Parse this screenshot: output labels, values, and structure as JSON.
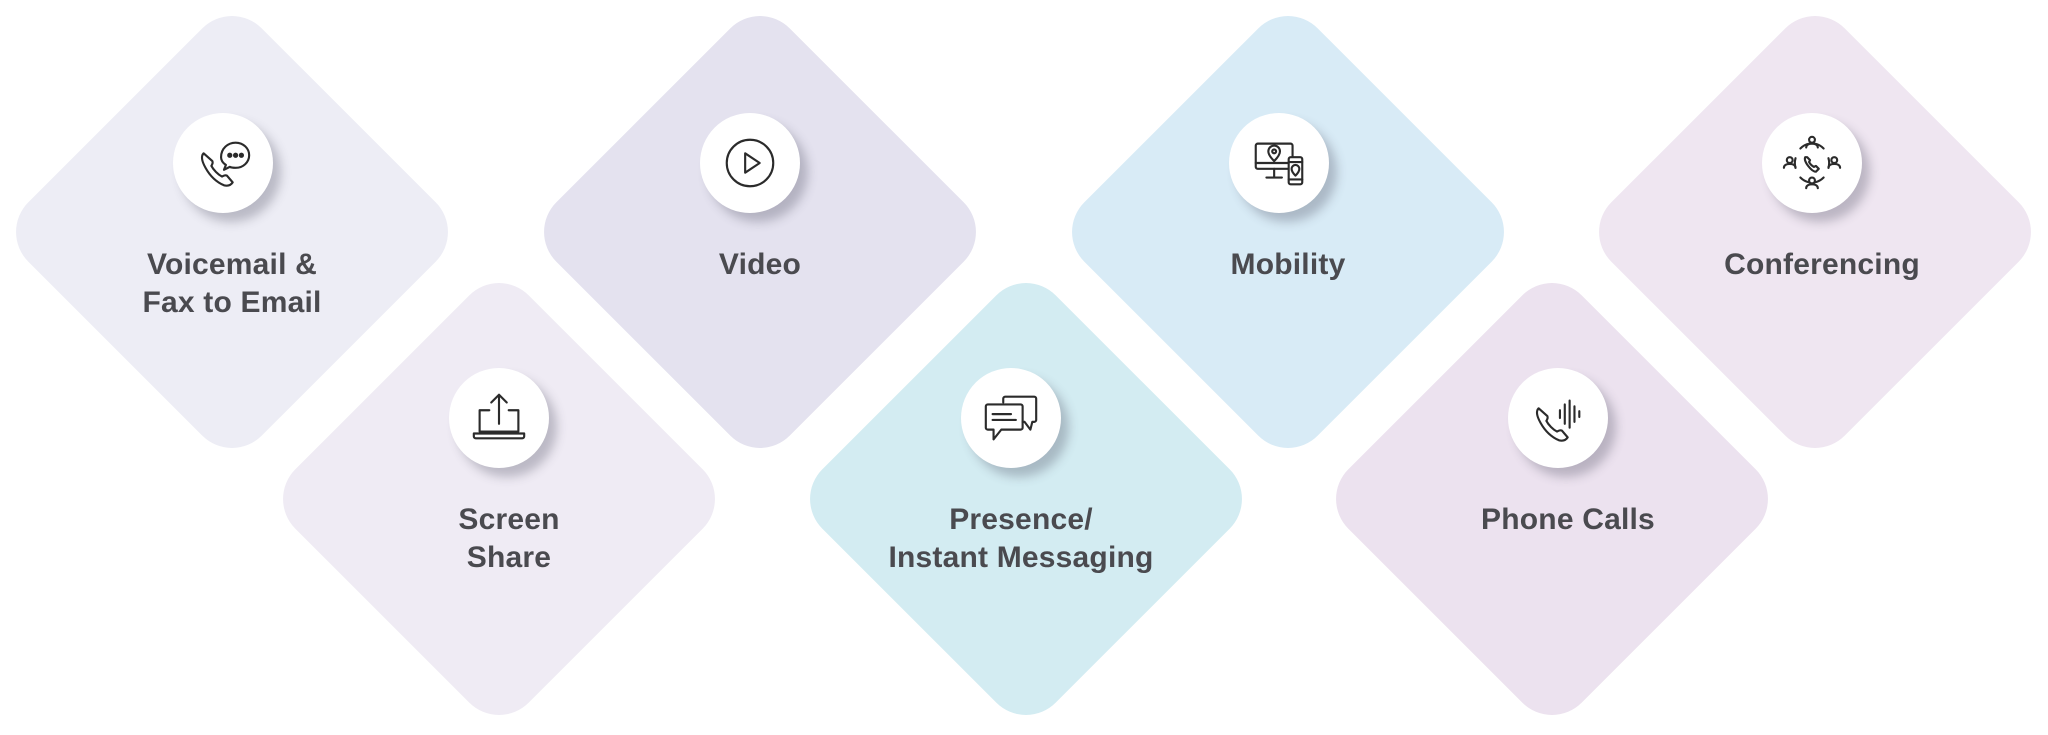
{
  "colors": {
    "voicemail": "#ededf5",
    "screen_share": "#efebf4",
    "video": "#e4e2ef",
    "presence": "#d3ecf2",
    "mobility": "#d8ebf6",
    "phone_calls": "#ece2ef",
    "conferencing": "#efe6f1",
    "text": "#4a4a4f",
    "icon_stroke": "#2b2b2b"
  },
  "features": [
    {
      "id": "voicemail",
      "icon": "phone-chat-icon",
      "lines": [
        "Voicemail &",
        "Fax to Email"
      ]
    },
    {
      "id": "screen_share",
      "icon": "laptop-upload-icon",
      "lines": [
        "Screen",
        "Share"
      ]
    },
    {
      "id": "video",
      "icon": "play-icon",
      "lines": [
        "Video"
      ]
    },
    {
      "id": "presence",
      "icon": "chat-bubbles-icon",
      "lines": [
        "Presence/",
        "Instant Messaging"
      ]
    },
    {
      "id": "mobility",
      "icon": "monitor-phone-location-icon",
      "lines": [
        "Mobility"
      ]
    },
    {
      "id": "phone_calls",
      "icon": "phone-sound-icon",
      "lines": [
        "Phone Calls"
      ]
    },
    {
      "id": "conferencing",
      "icon": "conference-icon",
      "lines": [
        "Conferencing"
      ]
    }
  ]
}
